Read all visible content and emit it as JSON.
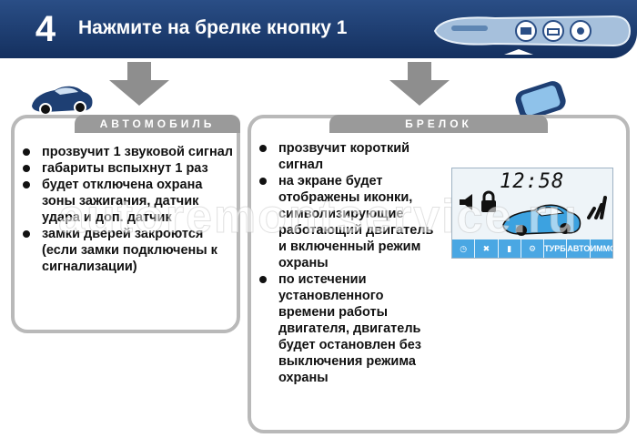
{
  "header": {
    "step_number": "4",
    "title": "Нажмите на брелке кнопку 1"
  },
  "car_panel": {
    "label": "АВТОМОБИЛЬ",
    "items": [
      "прозвучит 1 звуковой сигнал",
      "габариты вспыхнут 1 раз",
      "будет отключена охрана зоны зажигания, датчик удара и доп. датчик",
      "замки дверей закроются (если замки подключены к сигнализации)"
    ]
  },
  "fob_panel": {
    "label": "БРЕЛОК",
    "items": [
      "прозвучит короткий сигнал",
      "на экране будет отображены иконки, символизирующие работающий двигатель и включенный режим охраны",
      "по истечении установленного времени работы двигателя, двигатель будет остановлен без выключения режима охраны"
    ]
  },
  "lcd": {
    "time": "12:58",
    "status_icons": [
      "clock-icon",
      "fan-icon",
      "battery-icon",
      "wrench-icon"
    ],
    "status_labels": [
      "ТУРБО",
      "АВТО",
      "ИММО"
    ]
  },
  "watermark": "autoremontservice.ru",
  "colors": {
    "header_bg": "#1e3f73",
    "panel_border": "#b9b9b9",
    "panel_label_bg": "#9a9a9a",
    "arrow": "#8e8e8e",
    "lcd_bar": "#4aa7e3"
  }
}
